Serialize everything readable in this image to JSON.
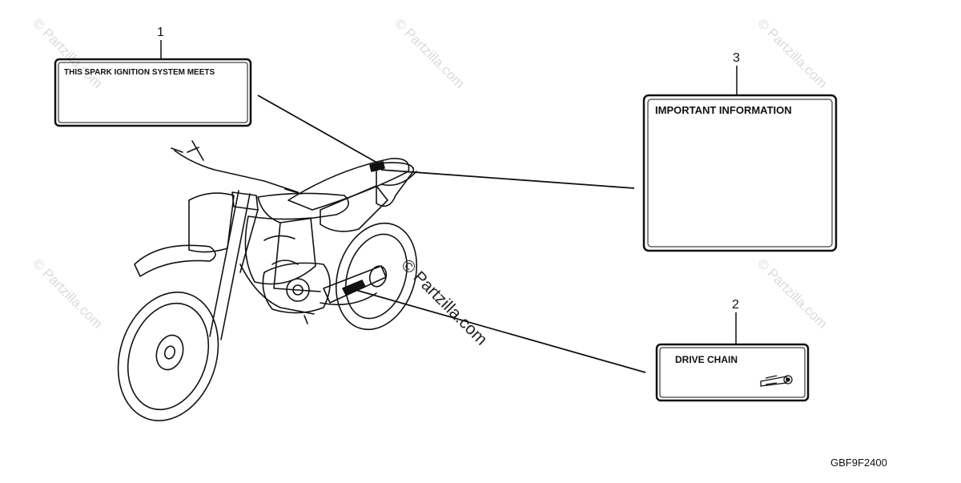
{
  "labels": {
    "label1": {
      "number": "1",
      "text": "THIS SPARK IGNITION SYSTEM MEETS"
    },
    "label3": {
      "number": "3",
      "text": "IMPORTANT INFORMATION"
    },
    "label2": {
      "number": "2",
      "text": "DRIVE CHAIN"
    }
  },
  "diagram_code": "GBF9F2400",
  "watermark": "© Partzilla.com"
}
